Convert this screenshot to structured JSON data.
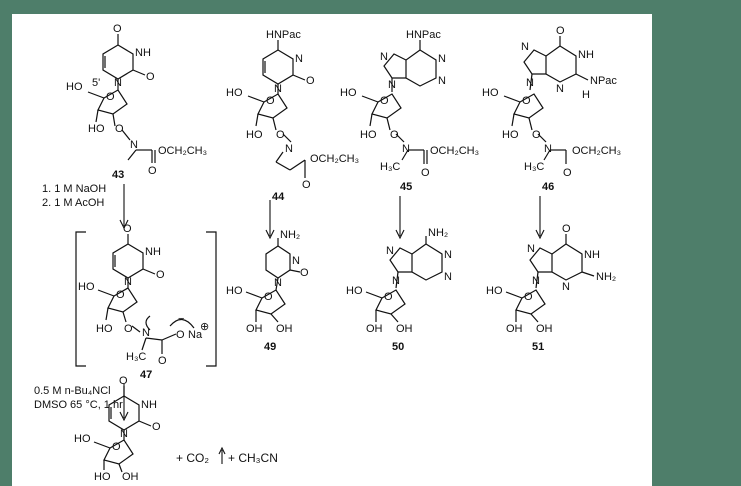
{
  "colors": {
    "frame": "#4e7e6a",
    "background": "#ffffff",
    "ink": "#111111"
  },
  "compounds": {
    "c43": {
      "number": "43",
      "labels": [
        "O",
        "NH",
        "N",
        "O",
        "HO",
        "5'",
        "O",
        "HO",
        "O",
        "N",
        "O",
        "OCH₂CH₃"
      ]
    },
    "c44": {
      "number": "44",
      "labels": [
        "HNPac",
        "N",
        "N",
        "O",
        "HO",
        "O",
        "HO",
        "O",
        "N",
        "O",
        "OCH₂CH₃"
      ]
    },
    "c45": {
      "number": "45",
      "labels": [
        "HNPac",
        "N",
        "N",
        "N",
        "N",
        "HO",
        "O",
        "HO",
        "O",
        "N",
        "H₃C",
        "O",
        "OCH₂CH₃"
      ]
    },
    "c46": {
      "number": "46",
      "labels": [
        "O",
        "N",
        "NH",
        "N",
        "N",
        "NPac",
        "H",
        "HO",
        "O",
        "HO",
        "O",
        "N",
        "H₃C",
        "O",
        "OCH₂CH₃"
      ]
    },
    "c47": {
      "number": "47",
      "labels": [
        "O",
        "NH",
        "N",
        "O",
        "HO",
        "O",
        "HO",
        "O",
        "N",
        "O",
        "Na",
        "H₃C",
        "O"
      ]
    },
    "c49": {
      "number": "49",
      "labels": [
        "NH₂",
        "N",
        "N",
        "O",
        "HO",
        "O",
        "OH",
        "OH"
      ]
    },
    "c50": {
      "number": "50",
      "labels": [
        "NH₂",
        "N",
        "N",
        "N",
        "N",
        "HO",
        "O",
        "OH",
        "OH"
      ]
    },
    "c51": {
      "number": "51",
      "labels": [
        "O",
        "N",
        "NH",
        "N",
        "N",
        "NH₂",
        "HO",
        "O",
        "OH",
        "OH"
      ]
    },
    "product": {
      "labels": [
        "O",
        "NH",
        "N",
        "O",
        "HO",
        "O",
        "HO",
        "OH"
      ]
    }
  },
  "conditions": {
    "step1_line1": "1. 1 M NaOH",
    "step1_line2": "2. 1 M AcOH",
    "step2_line1": "0.5 M n-Bu₄NCl",
    "step2_line2": "DMSO 65 °C, 1 hr"
  },
  "byproducts": {
    "co2": "+ CO₂",
    "acetonitrile": "+ CH₃CN"
  },
  "charges": {
    "minus": "−",
    "plus": "⊕"
  }
}
